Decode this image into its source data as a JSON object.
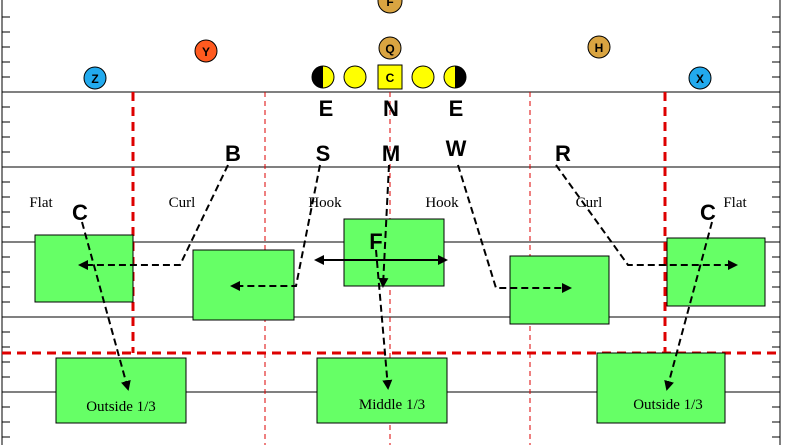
{
  "offense": {
    "F": {
      "label": "F",
      "color": "#d9a441"
    },
    "Y": {
      "label": "Y",
      "color": "#ff5a1f"
    },
    "Q": {
      "label": "Q",
      "color": "#d9a441"
    },
    "H": {
      "label": "H",
      "color": "#d9a441"
    },
    "Z": {
      "label": "Z",
      "color": "#22aaee"
    },
    "X": {
      "label": "X",
      "color": "#22aaee"
    },
    "C": {
      "label": "C",
      "color": "#ffff00"
    },
    "guard_color": "#ffff00"
  },
  "defense": {
    "line": [
      "E",
      "N",
      "E"
    ],
    "backers": [
      "B",
      "S",
      "M",
      "W",
      "R"
    ],
    "corner_left": "C",
    "corner_right": "C",
    "safety": "F"
  },
  "zones": {
    "under": [
      "Flat",
      "Curl",
      "Hook",
      "Hook",
      "Curl",
      "Flat"
    ],
    "deep": [
      "Outside 1/3",
      "Middle 1/3",
      "Outside 1/3"
    ]
  },
  "colors": {
    "zone_fill": "#66ff66",
    "zone_border": "#000000",
    "boundary": "#dd0000",
    "route": "#000000",
    "field_line": "#000000"
  }
}
